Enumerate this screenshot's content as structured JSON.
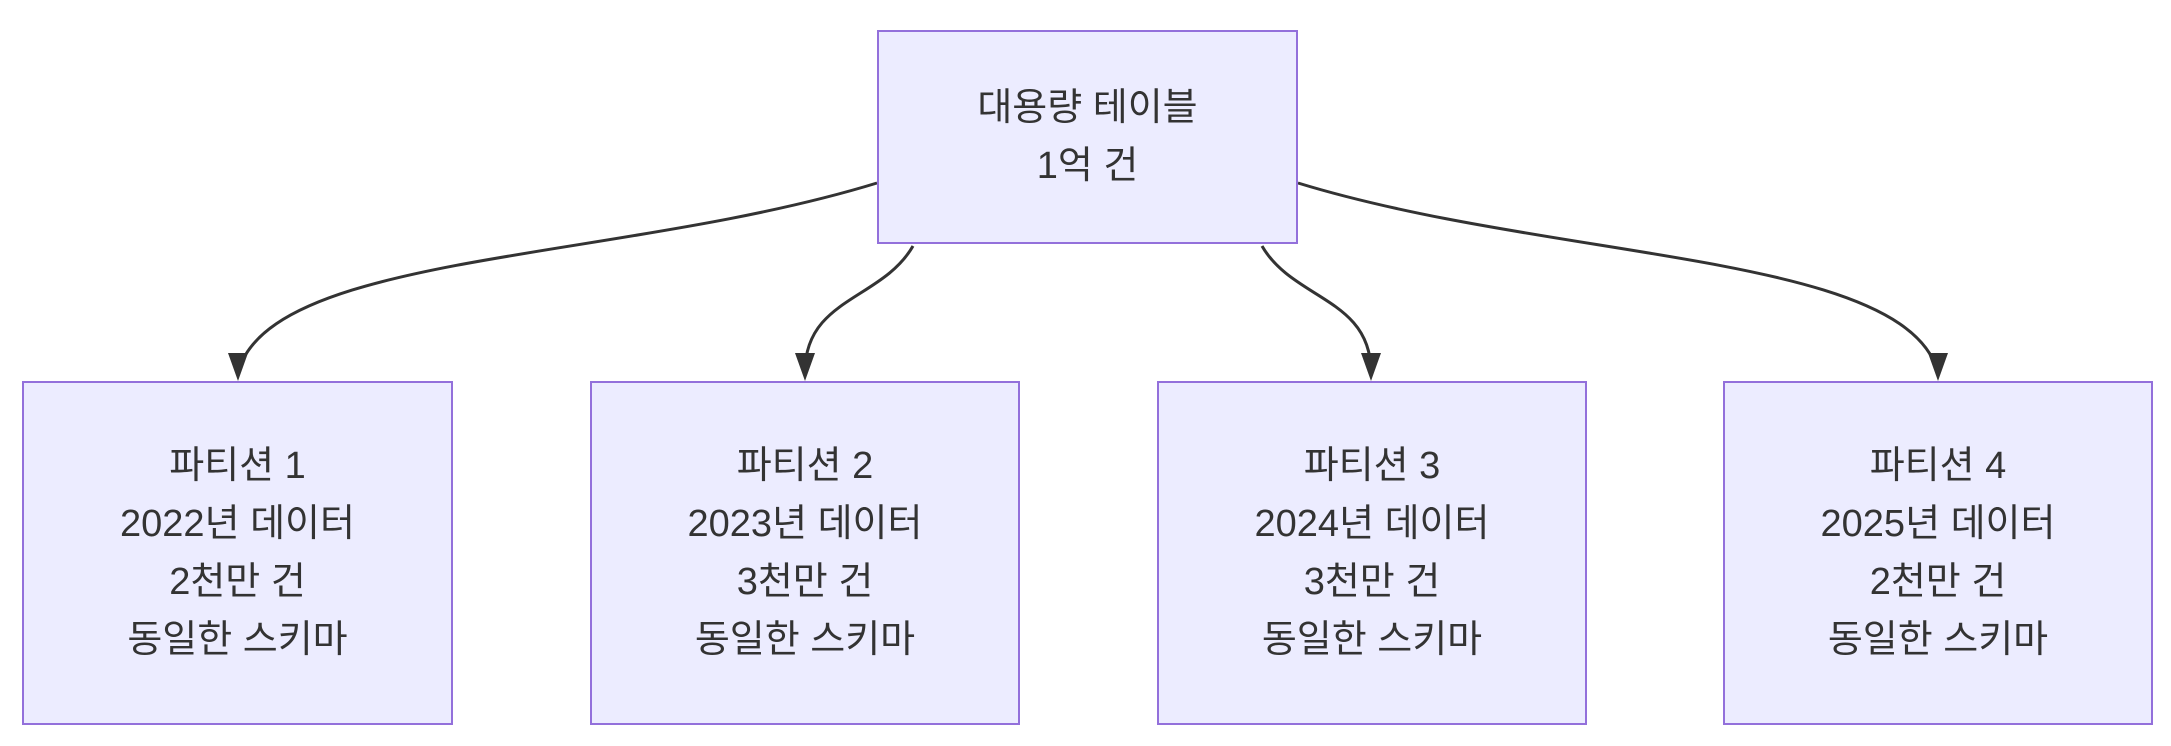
{
  "diagram": {
    "type": "flowchart-top-down",
    "root": {
      "lines": [
        "대용량 테이블",
        "1억 건"
      ]
    },
    "partitions": [
      {
        "lines": [
          "파티션 1",
          "2022년 데이터",
          "2천만 건",
          "동일한 스키마"
        ]
      },
      {
        "lines": [
          "파티션 2",
          "2023년 데이터",
          "3천만 건",
          "동일한 스키마"
        ]
      },
      {
        "lines": [
          "파티션 3",
          "2024년 데이터",
          "3천만 건",
          "동일한 스키마"
        ]
      },
      {
        "lines": [
          "파티션 4",
          "2025년 데이터",
          "2천만 건",
          "동일한 스키마"
        ]
      }
    ],
    "colors": {
      "node_fill": "#ECECFF",
      "node_border": "#9370DB",
      "edge": "#333333",
      "text": "#333333",
      "background": "#FFFFFF"
    }
  }
}
